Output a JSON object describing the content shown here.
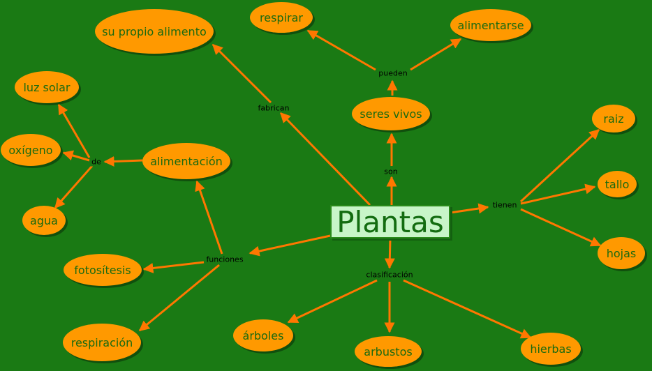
{
  "center": "Plantas",
  "nodes": {
    "su_propio_alimento": "su propio alimento",
    "respirar": "respirar",
    "alimentarse": "alimentarse",
    "luz_solar": "luz solar",
    "oxigeno": "oxígeno",
    "agua": "agua",
    "alimentacion": "alimentación",
    "seres_vivos": "seres vivos",
    "raiz": "raiz",
    "tallo": "tallo",
    "hojas": "hojas",
    "fotosintesis": "fotosítesis",
    "respiracion": "respiración",
    "arboles": "árboles",
    "arbustos": "arbustos",
    "hierbas": "hierbas"
  },
  "links": {
    "fabrican": "fabrican",
    "pueden": "pueden",
    "de": "de",
    "son": "son",
    "tienen": "tienen",
    "funciones": "funciones",
    "clasificacion": "clasificación"
  },
  "colors": {
    "background": "#1a7a14",
    "node_fill": "#ff9900",
    "node_text": "#1a6a10",
    "arrow": "#ff7700",
    "center_fill": "#c8f5c8"
  }
}
